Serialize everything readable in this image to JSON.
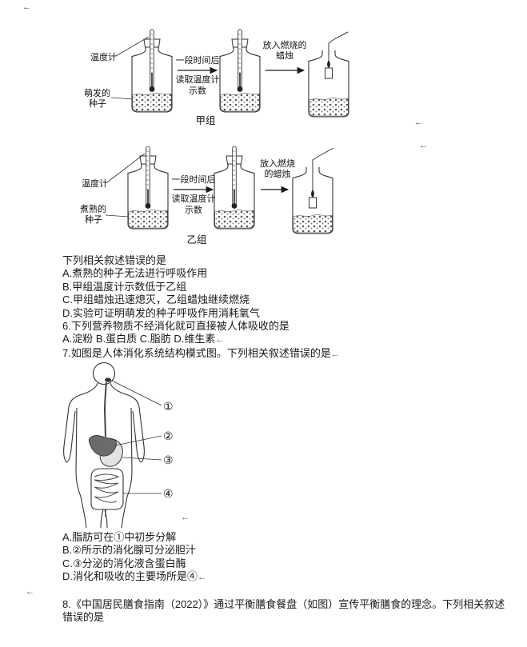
{
  "page": {
    "paragraph_mark": "←"
  },
  "figure_a": {
    "thermometer": "温度计",
    "seeds_line1": "萌发的",
    "seeds_line2": "种子",
    "step1_above": "一段时间后",
    "step1_below1": "读取温度计",
    "step1_below2": "示数",
    "step2_line1": "放入燃烧的",
    "step2_line2": "蜡烛",
    "caption": "甲组"
  },
  "figure_b": {
    "thermometer": "温度计",
    "seeds_line1": "煮熟的",
    "seeds_line2": "种子",
    "step1_above": "一段时间后",
    "step1_below1": "读取温度计",
    "step1_below2": "示数",
    "step2_line1": "放入燃烧",
    "step2_line2": "的蜡烛",
    "caption": "乙组"
  },
  "q5": {
    "stem": "下列相关叙述错误的是",
    "option_a": "A.煮熟的种子无法进行呼吸作用",
    "option_b": "B.甲组温度计示数低于乙组",
    "option_c": "C.甲组蜡烛迅速熄灭，乙组蜡烛继续燃烧",
    "option_d": "D.实验可证明萌发的种子呼吸作用消耗氧气"
  },
  "q6": {
    "stem": "6.下列营养物质不经消化就可直接被人体吸收的是",
    "options": "A.淀粉 B.蛋白质 C.脂肪 D.维生素"
  },
  "q7": {
    "stem": "7.如图是人体消化系统结构模式图。下列相关叙述错误的是",
    "label_1": "①",
    "label_2": "②",
    "label_3": "③",
    "label_4": "④",
    "option_a": "A.脂肪可在①中初步分解",
    "option_b": "B.②所示的消化腺可分泌胆汁",
    "option_c": "C.③分泌的消化液含蛋白酶",
    "option_d": "D.消化和吸收的主要场所是④"
  },
  "q8": {
    "stem": "8.《中国居民膳食指南（2022）》通过平衡膳食餐盘（如图）宣传平衡膳食的理念。下列相关叙述错误的是"
  }
}
